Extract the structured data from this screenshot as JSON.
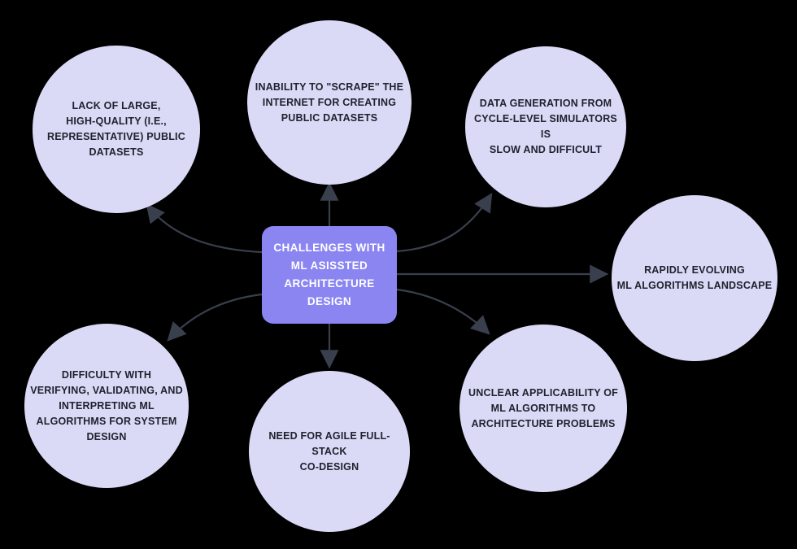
{
  "theme": {
    "background": "#000000",
    "node_fill": "#dadaf7",
    "node_text": "#20222e",
    "center_fill": "#8b85f2",
    "center_text": "#ffffff",
    "arrow_color": "#3a3f4e"
  },
  "diagram": {
    "center": {
      "id": "center",
      "label": "CHALLENGES WITH\nML ASISSTED\nARCHITECTURE\nDESIGN"
    },
    "nodes": [
      {
        "id": "public-datasets",
        "label": "LACK OF LARGE,\nHIGH-QUALITY (I.E.,\nREPRESENTATIVE) PUBLIC\nDATASETS"
      },
      {
        "id": "scrape-internet",
        "label": "INABILITY TO \"SCRAPE\" THE\nINTERNET FOR CREATING\nPUBLIC DATASETS"
      },
      {
        "id": "data-generation",
        "label": "DATA GENERATION FROM\nCYCLE-LEVEL SIMULATORS IS\nSLOW AND DIFFICULT"
      },
      {
        "id": "evolving-landscape",
        "label": "RAPIDLY EVOLVING\nML ALGORITHMS LANDSCAPE"
      },
      {
        "id": "verification",
        "label": "DIFFICULTY WITH\nVERIFYING, VALIDATING, AND\nINTERPRETING ML\nALGORITHMS FOR SYSTEM\nDESIGN"
      },
      {
        "id": "agile-codesign",
        "label": "NEED FOR AGILE FULL-STACK\nCO-DESIGN"
      },
      {
        "id": "unclear-applicability",
        "label": "UNCLEAR APPLICABILITY OF\nML ALGORITHMS TO\nARCHITECTURE PROBLEMS"
      }
    ],
    "edges": [
      {
        "from": "center",
        "to": "public-datasets"
      },
      {
        "from": "center",
        "to": "scrape-internet"
      },
      {
        "from": "center",
        "to": "data-generation"
      },
      {
        "from": "center",
        "to": "evolving-landscape"
      },
      {
        "from": "center",
        "to": "verification"
      },
      {
        "from": "center",
        "to": "agile-codesign"
      },
      {
        "from": "center",
        "to": "unclear-applicability"
      }
    ]
  }
}
